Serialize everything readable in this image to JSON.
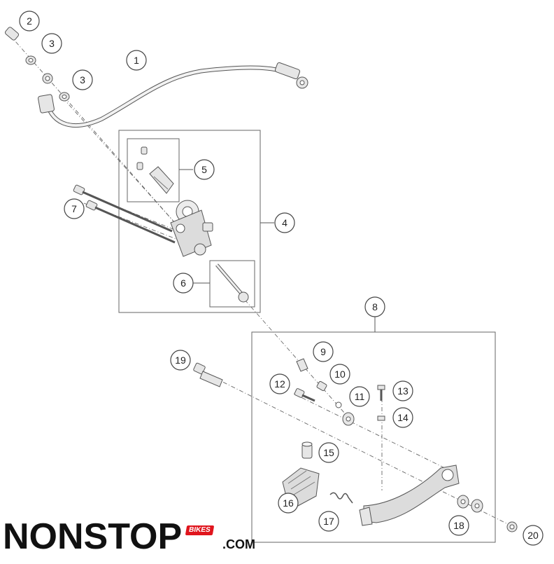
{
  "callouts": {
    "c1": "1",
    "c2": "2",
    "c3a": "3",
    "c3b": "3",
    "c4": "4",
    "c5": "5",
    "c6": "6",
    "c7": "7",
    "c8": "8",
    "c9": "9",
    "c10": "10",
    "c11": "11",
    "c12": "12",
    "c13": "13",
    "c14": "14",
    "c15": "15",
    "c16": "16",
    "c17": "17",
    "c18": "18",
    "c19": "19",
    "c20": "20"
  },
  "logo": {
    "main": "NONSTOP",
    "badge": "BIKES",
    "suffix": ".COM"
  },
  "colors": {
    "line": "#555555",
    "part_fill": "#e6e6e6",
    "brand_red": "#e0151d"
  }
}
